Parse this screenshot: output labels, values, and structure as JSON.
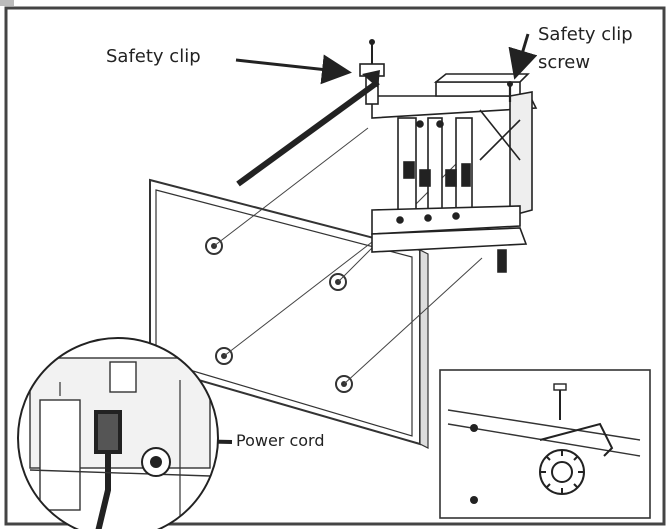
{
  "labels": {
    "safety_clip": "Safety clip",
    "safety_clip_screw_line1": "Safety clip",
    "safety_clip_screw_line2": "screw",
    "power_cord": "Power cord"
  },
  "colors": {
    "ink": "#222222",
    "frame": "#444444",
    "background": "#ffffff"
  }
}
